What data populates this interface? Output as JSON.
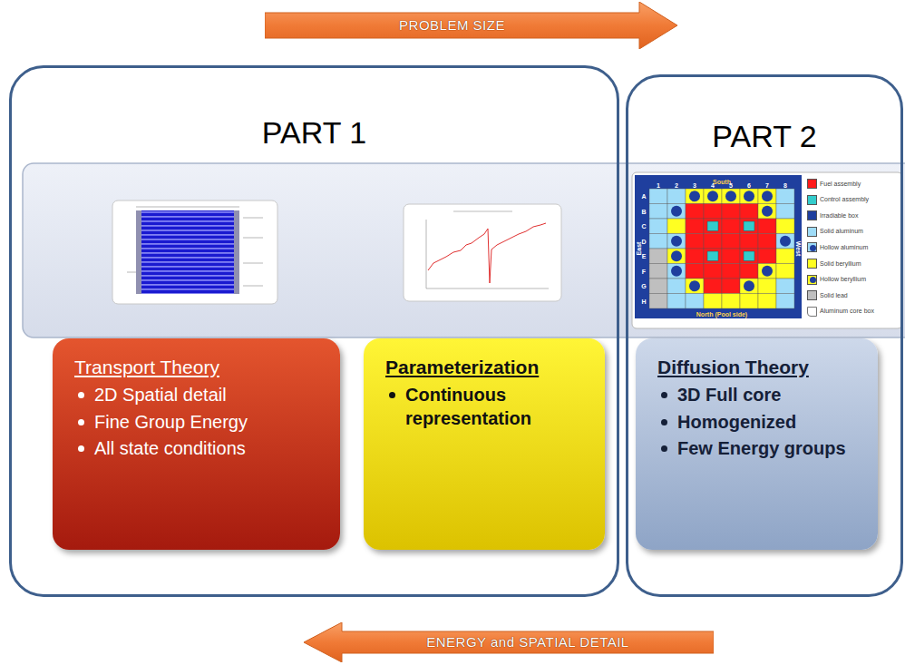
{
  "diagram": {
    "nodes": [
      {
        "text": [
          "PROBLEM SIZE"
        ]
      },
      {
        "text": [
          "PART 1"
        ]
      },
      {
        "text": [
          "Transport Theory",
          "2D Spatial detail",
          "Fine Group Energy",
          "All state conditions"
        ],
        "in": 1
      },
      {
        "text": [
          "Parameterization",
          "Continuous representation"
        ],
        "in": 1
      },
      {
        "text": [
          "PART 2"
        ]
      },
      {
        "text": [
          "Diffusion Theory",
          "3D Full core",
          "Homogenized",
          "Few Energy groups"
        ],
        "in": 4
      },
      {
        "text": [
          "ENERGY and SPATIAL DETAIL"
        ]
      }
    ],
    "labels": [
      "South",
      "1",
      "2",
      "3",
      "4",
      "5",
      "6",
      "7",
      "8",
      "A",
      "B",
      "C",
      "D",
      "E",
      "F",
      "G",
      "H",
      "East",
      "West",
      "North (Pool side)"
    ],
    "legend": [
      {
        "text": "Fuel assembly",
        "color": "#ff1a1a"
      },
      {
        "text": "Control assembly",
        "color": "#33cccc"
      },
      {
        "text": "Irradiable box",
        "color": "#1f3f9e"
      },
      {
        "text": "Solid aluminum",
        "color": "#9fdcf8"
      },
      {
        "text": "Hollow aluminum"
      },
      {
        "text": "Solid beryllium",
        "color": "#ffff22"
      },
      {
        "text": "Hollow beryllium"
      },
      {
        "text": "Solid lead",
        "color": "#bfbfbf"
      },
      {
        "text": "Aluminum core box"
      }
    ]
  }
}
